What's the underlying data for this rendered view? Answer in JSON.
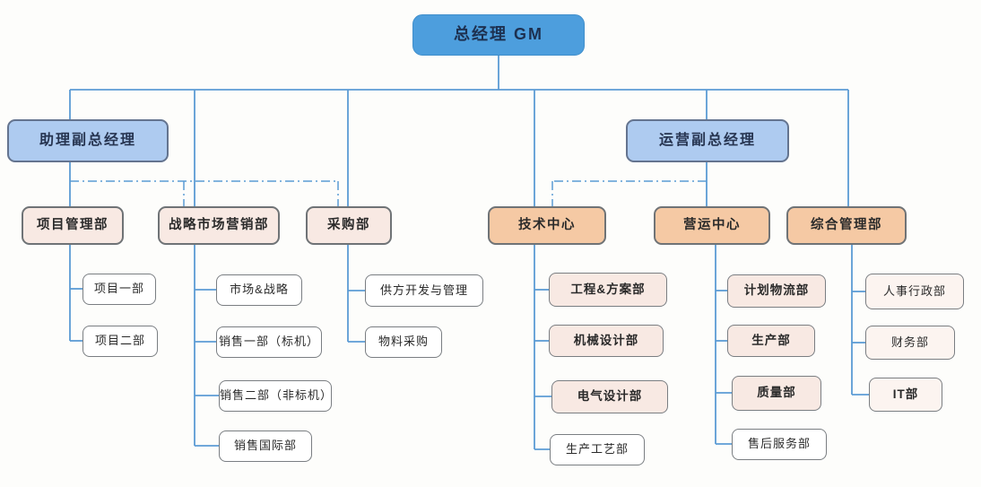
{
  "org_chart": {
    "type": "org-tree",
    "root": {
      "label": "总经理 GM"
    },
    "vice_gms": [
      {
        "label": "助理副总经理",
        "side": "left"
      },
      {
        "label": "运营副总经理",
        "side": "right"
      }
    ],
    "departments": [
      {
        "label": "项目管理部",
        "children": [
          {
            "label": "项目一部"
          },
          {
            "label": "项目二部"
          }
        ]
      },
      {
        "label": "战略市场营销部",
        "children": [
          {
            "label": "市场&战略"
          },
          {
            "label": "销售一部（标机）"
          },
          {
            "label": "销售二部（非标机）"
          },
          {
            "label": "销售国际部"
          }
        ]
      },
      {
        "label": "采购部",
        "children": [
          {
            "label": "供方开发与管理"
          },
          {
            "label": "物料采购"
          }
        ]
      },
      {
        "label": "技术中心",
        "children": [
          {
            "label": "工程&方案部"
          },
          {
            "label": "机械设计部"
          },
          {
            "label": "电气设计部"
          },
          {
            "label": "生产工艺部"
          }
        ]
      },
      {
        "label": "营运中心",
        "children": [
          {
            "label": "计划物流部"
          },
          {
            "label": "生产部"
          },
          {
            "label": "质量部"
          },
          {
            "label": "售后服务部"
          }
        ]
      },
      {
        "label": "综合管理部",
        "children": [
          {
            "label": "人事行政部"
          },
          {
            "label": "财务部"
          },
          {
            "label": "IT部"
          }
        ]
      }
    ],
    "dash_dot_links": [
      {
        "from": "助理副总经理",
        "to": [
          "战略市场营销部",
          "采购部"
        ]
      },
      {
        "from": "运营副总经理",
        "to": [
          "技术中心"
        ]
      }
    ],
    "colors": {
      "executive_fill": "#4d9edd",
      "vice_gm_fill": "#aecbf0",
      "left_dept_fill": "#f8e9e3",
      "center_dept_fill": "#f5c9a4",
      "sub_highlight_fill": "#f8e9e3",
      "sub_plain_fill": "#ffffff",
      "connector_line": "#5b9bd5"
    }
  }
}
